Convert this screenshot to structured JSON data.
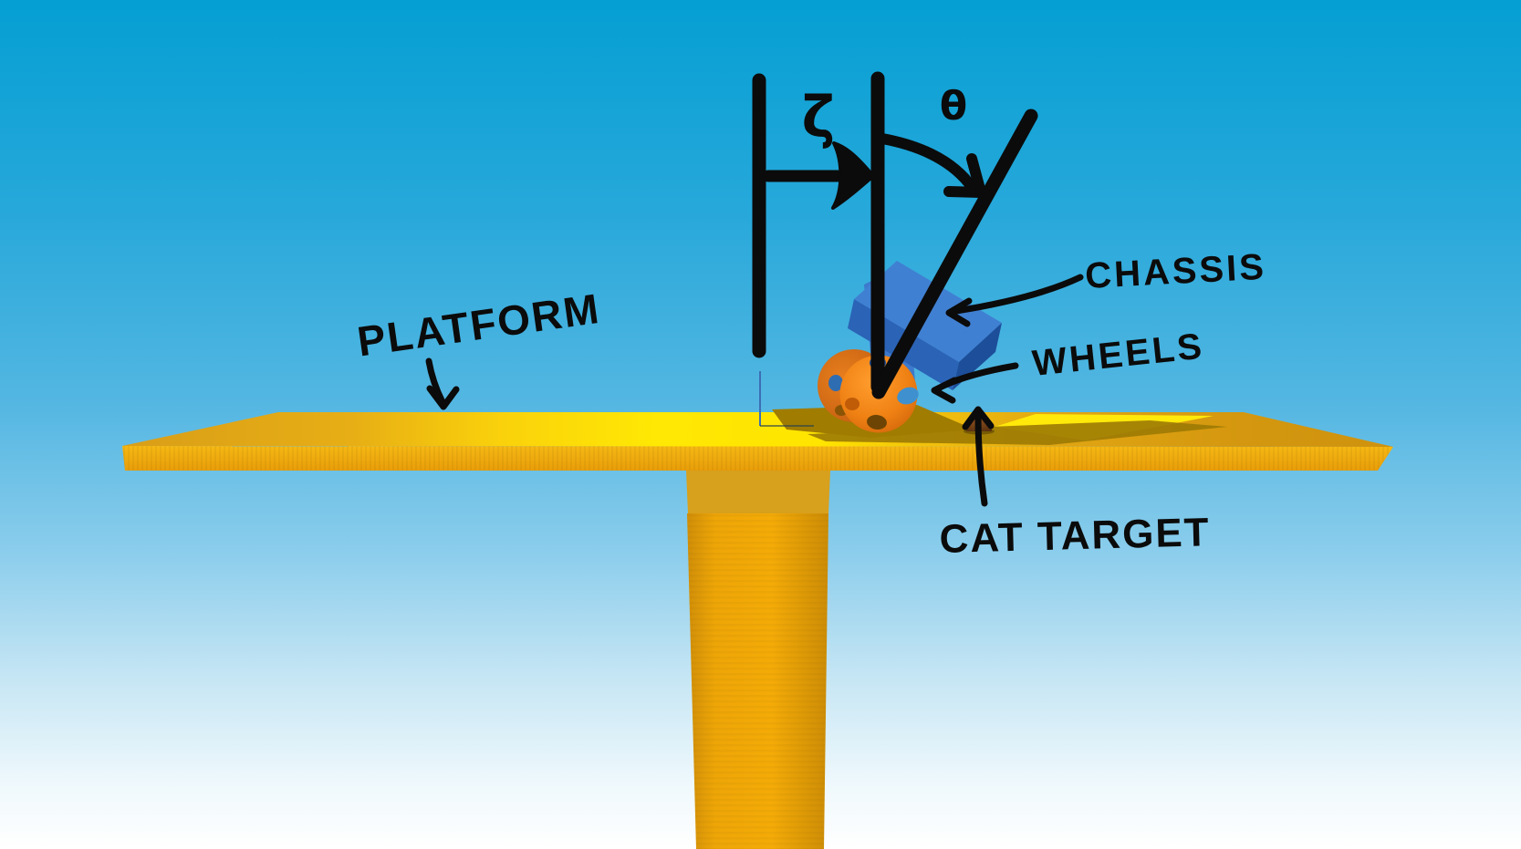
{
  "scene": {
    "description": "Annotated 3D simulation scene of a two-wheeled robot balancing on a platform",
    "labels": {
      "platform": "PLATFORM",
      "chassis": "CHASSIS",
      "wheels": "WHEELS",
      "cat_target": "CAT TARGET"
    },
    "symbols": {
      "zeta": "ζ",
      "theta": "θ"
    },
    "colors": {
      "sky_top": "#059fd3",
      "sky_bottom": "#ffffff",
      "platform_gold": "#e2a41a",
      "platform_highlight": "#ffe604",
      "platform_front": "#eda40d",
      "pedestal": "#f0a707",
      "shadow_olive": "#9c7a04",
      "chassis_blue_light": "#4080d2",
      "chassis_blue": "#2b63b6",
      "chassis_blue_dark": "#1d4e9a",
      "wheel_orange": "#f08214",
      "target_brown": "#6b3a16",
      "annotation_ink": "#0b0b0b"
    }
  }
}
